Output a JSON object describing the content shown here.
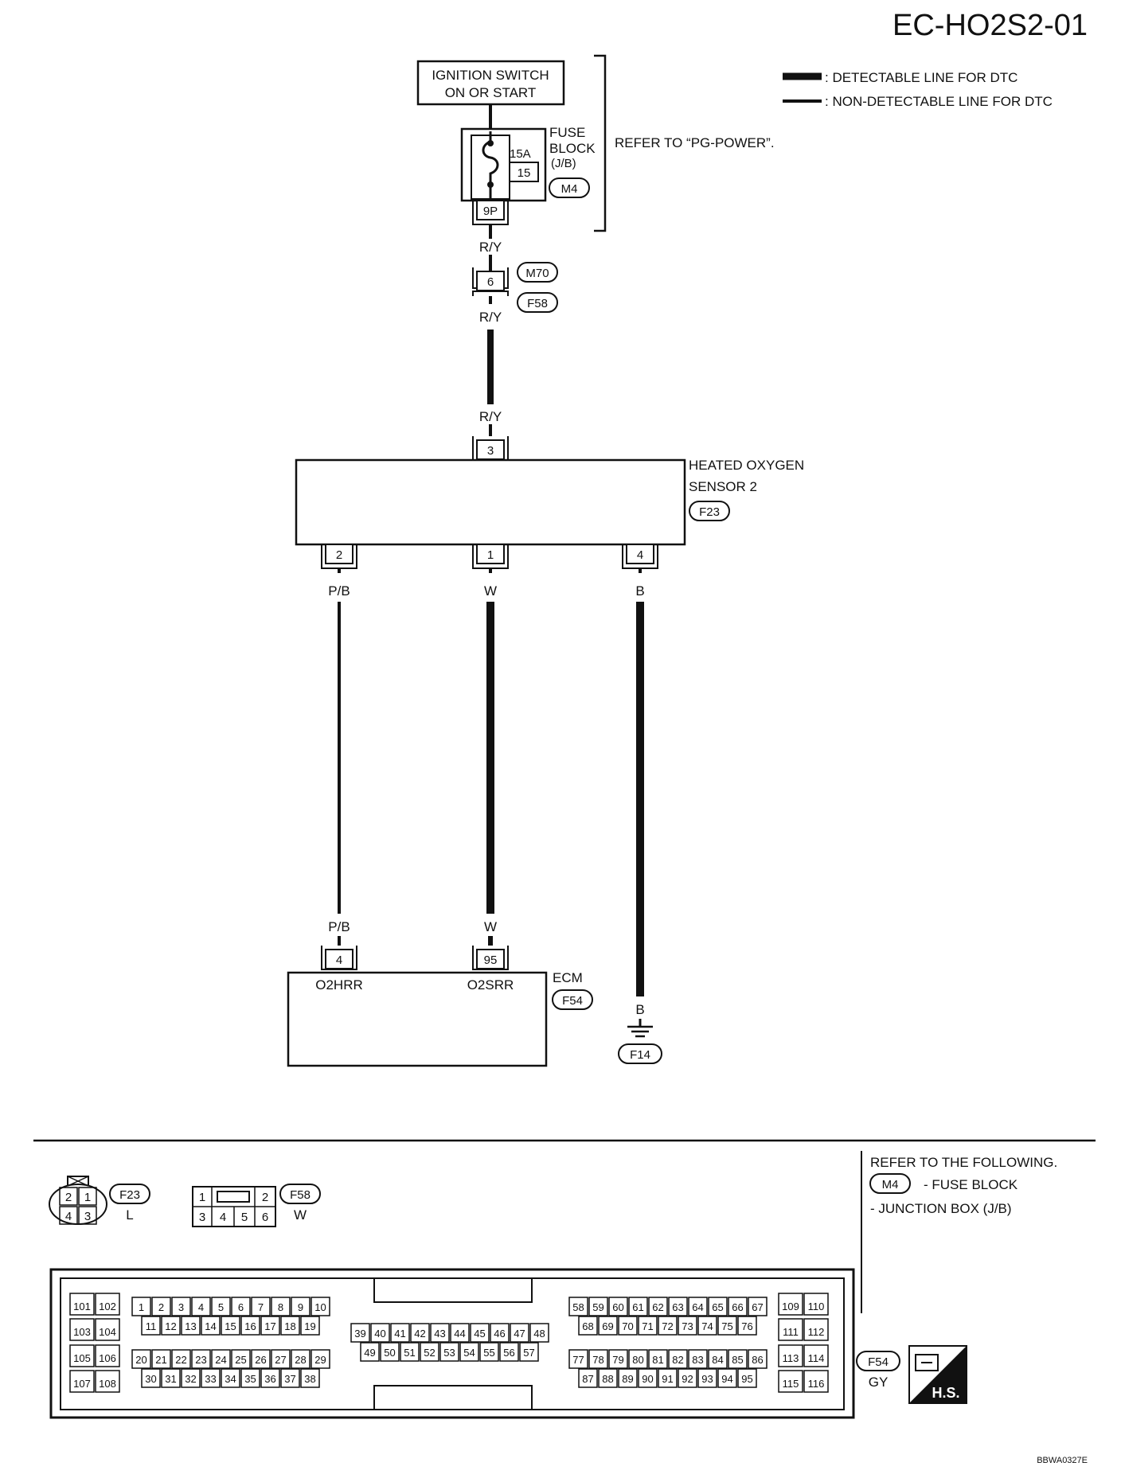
{
  "title": "EC-HO2S2-01",
  "doc_code": "BBWA0327E",
  "legend": {
    "detectable": ": DETECTABLE LINE FOR DTC",
    "non_detectable": ": NON-DETECTABLE LINE FOR DTC"
  },
  "ignition": {
    "line1": "IGNITION SWITCH",
    "line2": "ON OR START"
  },
  "fuse": {
    "rating": "15A",
    "number": "15",
    "label1": "FUSE",
    "label2": "BLOCK",
    "label3": "(J/B)",
    "connector": "M4",
    "pin": "9P",
    "refer": "REFER TO “PG-POWER”."
  },
  "wires": {
    "ry_1": "R/Y",
    "ry_2": "R/Y",
    "ry_3": "R/Y",
    "pb_top": "P/B",
    "w_top": "W",
    "b_top": "B",
    "pb_bottom": "P/B",
    "w_bottom": "W",
    "b_bottom": "B"
  },
  "joint": {
    "pin": "6",
    "conn_top": "M70",
    "conn_bottom": "F58"
  },
  "sensor": {
    "name1": "HEATED OXYGEN",
    "name2": "SENSOR 2",
    "connector": "F23",
    "pin_top": "3",
    "pin_a": "2",
    "pin_b": "1",
    "pin_c": "4"
  },
  "ecm": {
    "name": "ECM",
    "connector": "F54",
    "pin_a": "4",
    "pin_b": "95",
    "term_a": "O2HRR",
    "term_b": "O2SRR"
  },
  "ground": {
    "connector": "F14"
  },
  "connectors": {
    "f23": {
      "id": "F23",
      "color": "L",
      "pins": [
        "2",
        "1",
        "4",
        "3"
      ]
    },
    "f58": {
      "id": "F58",
      "color": "W",
      "pins_top": [
        "1",
        "2"
      ],
      "pins_bottom": [
        "3",
        "4",
        "5",
        "6"
      ]
    },
    "f54": {
      "id": "F54",
      "color": "GY"
    }
  },
  "refer_following": {
    "line1": "REFER TO THE FOLLOWING.",
    "conn": "M4",
    "line2": "- FUSE BLOCK",
    "line3": "- JUNCTION BOX (J/B)"
  },
  "hs": "H.S.",
  "ecm_pins": {
    "g1_top": [
      "101",
      "102"
    ],
    "g1_r2": [
      "103",
      "104"
    ],
    "g1_r3": [
      "105",
      "106"
    ],
    "g1_r4": [
      "107",
      "108"
    ],
    "g2_r1": [
      "1",
      "2",
      "3",
      "4",
      "5",
      "6",
      "7",
      "8",
      "9",
      "10"
    ],
    "g2_r2": [
      "11",
      "12",
      "13",
      "14",
      "15",
      "16",
      "17",
      "18",
      "19"
    ],
    "g2_r3": [
      "20",
      "21",
      "22",
      "23",
      "24",
      "25",
      "26",
      "27",
      "28",
      "29"
    ],
    "g2_r4": [
      "30",
      "31",
      "32",
      "33",
      "34",
      "35",
      "36",
      "37",
      "38"
    ],
    "g3_r1": [
      "39",
      "40",
      "41",
      "42",
      "43",
      "44",
      "45",
      "46",
      "47",
      "48"
    ],
    "g3_r2": [
      "49",
      "50",
      "51",
      "52",
      "53",
      "54",
      "55",
      "56",
      "57"
    ],
    "g4_r1": [
      "58",
      "59",
      "60",
      "61",
      "62",
      "63",
      "64",
      "65",
      "66",
      "67"
    ],
    "g4_r2": [
      "68",
      "69",
      "70",
      "71",
      "72",
      "73",
      "74",
      "75",
      "76"
    ],
    "g4_r3": [
      "77",
      "78",
      "79",
      "80",
      "81",
      "82",
      "83",
      "84",
      "85",
      "86"
    ],
    "g4_r4": [
      "87",
      "88",
      "89",
      "90",
      "91",
      "92",
      "93",
      "94",
      "95"
    ],
    "g5_r1": [
      "109",
      "110"
    ],
    "g5_r2": [
      "111",
      "112"
    ],
    "g5_r3": [
      "113",
      "114"
    ],
    "g5_r4": [
      "115",
      "116"
    ]
  }
}
